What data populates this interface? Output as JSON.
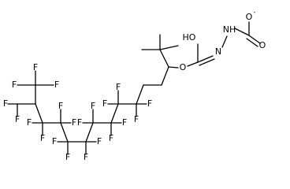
{
  "molecule": {
    "atoms": {
      "O_charged": {
        "symbol": "O",
        "charge": "-"
      },
      "O_carbonyl": {
        "symbol": "O"
      },
      "NH": {
        "symbol": "NH"
      },
      "N2": {
        "symbol": "N"
      },
      "OH": {
        "symbol": "HO"
      },
      "O_ether": {
        "symbol": "O"
      },
      "fluorine": {
        "symbol": "F"
      }
    },
    "fluorine_count": 21,
    "colors": {
      "bond": "#000000",
      "label": "#000000",
      "background": "#ffffff"
    }
  }
}
